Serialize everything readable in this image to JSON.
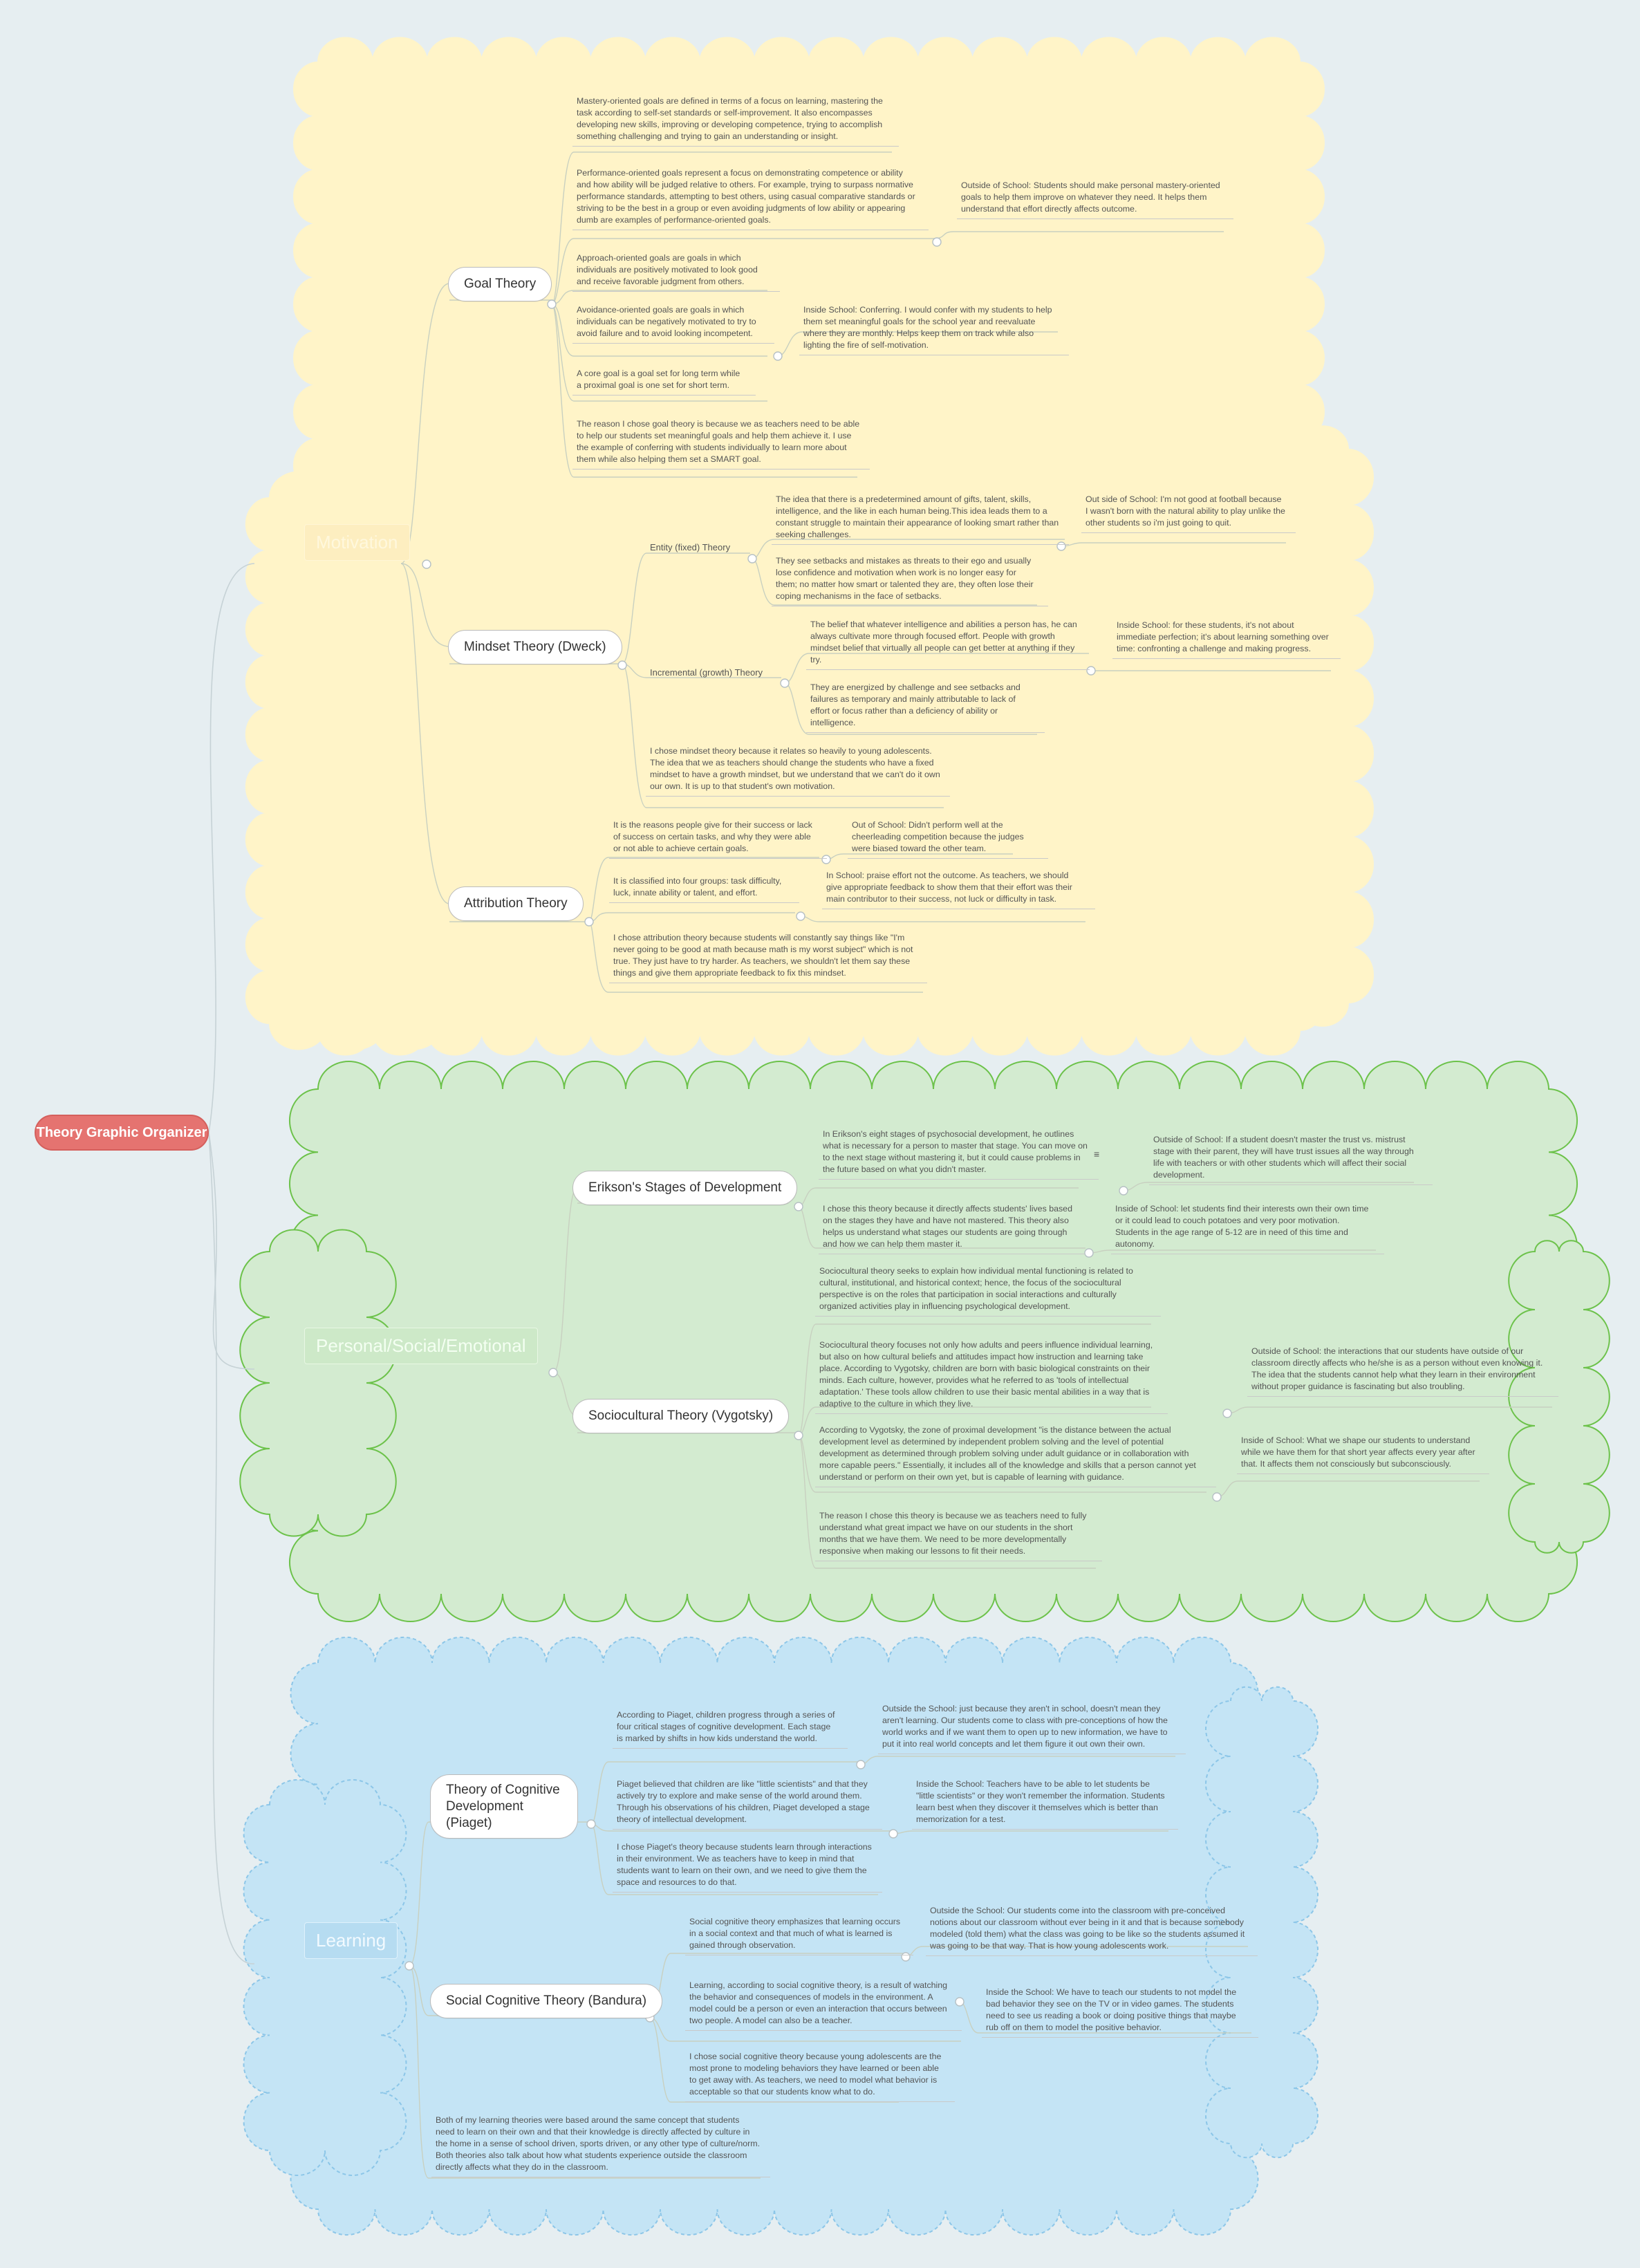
{
  "root": "Theory Graphic Organizer",
  "colors": {
    "root": "#e57370",
    "motivation_fill": "#fff4c8",
    "pse_fill": "#d3ebd0",
    "pse_stroke": "#6cc24a",
    "learning_fill": "#c4e4f5",
    "learning_stroke": "#8cc6e8"
  },
  "motivation": {
    "title": "Motivation",
    "goal": {
      "title": "Goal Theory",
      "n1": "Mastery-oriented goals are defined in terms of a focus on learning, mastering the task according to self-set standards or self-improvement. It also encompasses developing new skills, improving or developing competence, trying to accomplish something challenging and trying to gain an understanding or insight.",
      "n2": "Performance-oriented goals represent a focus on demonstrating competence or ability and how ability will be judged relative to others. For example, trying to surpass normative performance standards, attempting to best others, using casual comparative standards or striving to be the best in a group or even avoiding judgments of low ability or appearing dumb are examples of performance-oriented goals.",
      "n3": "Approach-oriented goals are goals in which individuals are positively motivated to look good and receive favorable judgment from others.",
      "n4": "Avoidance-oriented goals are goals in which individuals can be negatively motivated to try to avoid failure and to avoid looking incompetent.",
      "n5": "A core goal is a goal set for long term while a proximal goal is one set for short term.",
      "n6": "The reason I chose goal theory is because we as teachers need to be able to help our students set meaningful goals and help them achieve it. I use the example of conferring with students individually to learn more about them while also helping them set a SMART goal.",
      "out": "Outside of School: Students should make personal mastery-oriented goals to help them improve on whatever they need. It helps them understand that effort directly affects outcome.",
      "in": "Inside School: Conferring. I would confer with my students to help them set meaningful goals for the school year and reevaluate where they are monthly. Helps keep them on track while also lighting the fire of self-motivation."
    },
    "mindset": {
      "title": "Mindset Theory (Dweck)",
      "entity": "Entity (fixed) Theory",
      "e1": "The idea that there is a predetermined amount of gifts, talent, skills, intelligence, and the like in each human being.This idea leads them to a constant struggle to maintain their appearance of looking smart rather than seeking challenges.",
      "e2": "They see setbacks and mistakes as threats to their ego and usually lose confidence and motivation when work is no longer easy for them; no matter how smart or talented they are, they often lose their coping mechanisms in the face of setbacks.",
      "e_out": "Out side of School: I'm not good at football because I wasn't born with the natural ability to play unlike the other students so i'm just going to quit.",
      "incremental": "Incremental (growth) Theory",
      "i1": "The belief that whatever intelligence and abilities a person has, he can always cultivate more through focused effort. People with growth mindset belief that virtually all people can get better at anything if they try.",
      "i2": "They are energized by challenge and see setbacks and failures as temporary and mainly attributable to lack of effort or focus rather than a deficiency of ability or intelligence.",
      "i_in": "Inside School: for these students, it's not about immediate perfection; it's about learning something over time: confronting a challenge and making progress.",
      "reason": "I chose mindset theory because it relates so heavily to young adolescents. The idea that we as teachers should change the students who have a fixed mindset to have a growth mindset, but we understand that we can't do it own our own. It is up to that student's own motivation."
    },
    "attribution": {
      "title": "Attribution Theory",
      "a1": "It is the reasons people give for their success or lack of success on certain tasks, and why they were able or not able to achieve certain goals.",
      "a1_out": "Out of School: Didn't perform well at the cheerleading competition because the judges were biased toward the other team.",
      "a2": "It is classified into four groups: task difficulty, luck, innate ability or talent, and effort.",
      "a2_in": "In School: praise effort not the outcome. As teachers, we should give appropriate feedback to show them that their effort was their main contributor to their success, not luck or difficulty in task.",
      "reason": "I chose attribution theory because students will constantly say things like \"I'm never going to be good at math because math is my worst subject\" which is not true. They just have to try harder. As teachers, we shouldn't let them say these things and give them appropriate feedback to fix this mindset."
    }
  },
  "pse": {
    "title": "Personal/Social/Emotional",
    "erikson": {
      "title": "Erikson's Stages of Development",
      "n1": "In Erikson's eight stages of psychosocial development, he outlines what is necessary for a person to master that stage. You can move on to the next stage without mastering it, but it could cause problems in the future based on what you didn't master.",
      "n2": "I chose this theory because it directly affects students' lives based on the stages they have and have not mastered. This theory also helps us understand what stages our students are going through and how we can help them master it.",
      "out": "Outside of School: If a student doesn't master the trust vs. mistrust stage with their parent, they will have trust issues all the way through life with teachers or with other students which will affect their social development.",
      "in": "Inside of School: let students find their interests own their own time or it could lead to couch potatoes and very poor motivation. Students in the age range of 5-12 are in need of this time and autonomy."
    },
    "vygotsky": {
      "title": "Sociocultural Theory (Vygotsky)",
      "n1": "Sociocultural theory seeks to explain how individual mental functioning is related to cultural, institutional, and historical context; hence, the focus of the sociocultural perspective is on the roles that participation in social interactions and culturally organized activities play in influencing psychological development.",
      "n2": "Sociocultural theory focuses not only how adults and peers influence individual learning, but also on how cultural beliefs and attitudes impact how instruction and learning take place. According to Vygotsky, children are born with basic biological constraints on their minds. Each culture, however, provides what he referred to as 'tools of intellectual adaptation.' These tools allow children to use their basic mental abilities in a way that is adaptive to the culture in which they live.",
      "n3": "According to Vygotsky, the zone of proximal development \"is the distance between the actual development level as determined by independent problem solving and the level of potential development as determined through problem solving under adult guidance or in collaboration with more capable peers.\"  Essentially, it includes all of the knowledge and skills that a person cannot yet understand or perform on their own yet, but is capable of learning with guidance.",
      "n4": "The reason I chose this theory is because we as teachers need to fully understand what great impact we have on our students in the short months that we have them. We need to be more developmentally responsive when making our lessons to fit their needs.",
      "out": "Outside of School: the interactions that our students have outside of our classroom directly affects who he/she is as a person without even knowing it. The idea that the students cannot help what they learn in their environment without proper guidance is fascinating but also troubling.",
      "in": "Inside of School: What we shape our students to understand while we have them for that short year affects every year after that. It affects them not consciously but subconsciously."
    }
  },
  "learning": {
    "title": "Learning",
    "piaget": {
      "title": "Theory of Cognitive Development (Piaget)",
      "n1": "According to Piaget, children progress through a series of four critical stages of cognitive development. Each stage is marked by shifts in how kids understand the world.",
      "n2": "Piaget believed that children are like \"little scientists\" and that they actively try to explore and make sense of the world around them.  Through his observations of his children, Piaget developed a stage theory of intellectual development.",
      "n3": "I chose Piaget's theory because students learn through interactions in their environment. We as teachers have to keep in mind that students want to learn on their own, and we need to give them the space and resources to do that.",
      "out": "Outside the School: just because they aren't in school, doesn't mean they aren't learning. Our students come to class with pre-conceptions of how the world works and if we want them to open up to new information, we have to put it into real world concepts and let them figure it out own their own.",
      "in": "Inside the School: Teachers have to be able to let students be \"little scientists\" or they won't remember the information. Students learn best when they discover it themselves which is better than memorization for a test."
    },
    "bandura": {
      "title": "Social Cognitive Theory (Bandura)",
      "n1": "Social cognitive theory emphasizes that learning occurs in a social context and that much of what is learned is gained through observation.",
      "n2": "Learning, according to social cognitive theory, is a result of watching the behavior and consequences of models in the environment. A model could be a person or even an interaction that occurs between two people. A model can also be a teacher.",
      "n3": "I chose social cognitive theory because young adolescents are the most prone to modeling behaviors they have learned or been able to get away with. As teachers, we need to model what behavior is acceptable so that our students know what to do.",
      "out": "Outside the School: Our students come into the classroom with pre-conceived notions about our classroom without ever being in it and that is because somebody modeled (told them) what the class was going to be like so the students assumed it was going to be that way. That is how young adolescents work.",
      "in": "Inside the School: We have to teach our students to not model the bad behavior they see on the TV or in video games. The students need to see us reading a book or doing positive things that maybe rub off on them to model the positive behavior."
    },
    "summary": "Both of my learning theories were based around the same concept that students need to learn on their own and that their knowledge is directly affected by culture in the home in a sense of school driven, sports driven, or any other type of culture/norm. Both theories also talk about how what students experience outside the classroom directly affects what they do in the classroom."
  }
}
